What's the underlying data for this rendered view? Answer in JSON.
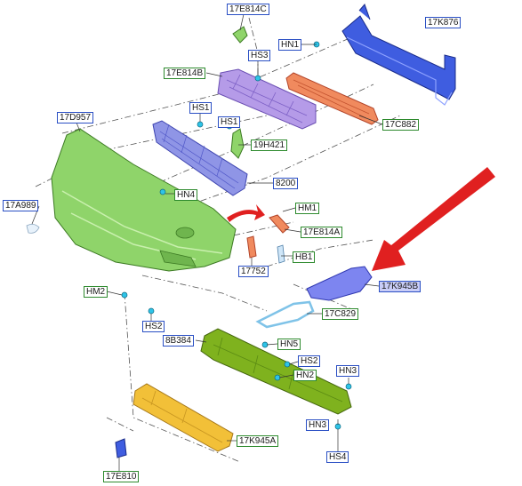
{
  "colors": {
    "blue_frame": "#2a4fc4",
    "green_frame": "#2d8a2d",
    "bumper": "#8fd46a",
    "grille_purple": "#b59be8",
    "grille_mesh": "#8f95e6",
    "absorber_orange": "#f08a5e",
    "beam_blue": "#3f5de0",
    "undertray_green": "#7fb21e",
    "splitter_yellow": "#f2c038",
    "arrow_red": "#e02020",
    "highlight": "#c9cdf7"
  },
  "labels": {
    "l17e814c": "17E814C",
    "l17k876": "17K876",
    "lhn1": "HN1",
    "lhs3": "HS3",
    "l17e814b": "17E814B",
    "l17d957": "17D957",
    "lhs1a": "HS1",
    "lhs1b": "HS1",
    "l17c882": "17C882",
    "l19h421": "19H421",
    "l8200": "8200",
    "lhn4": "HN4",
    "l17a989": "17A989",
    "lhm1": "HM1",
    "l17e814a": "17E814A",
    "lhb1": "HB1",
    "l17752": "17752",
    "l17k945b": "17K945B",
    "lhm2": "HM2",
    "l17c829": "17C829",
    "lhs2a": "HS2",
    "l8b384": "8B384",
    "lhn5": "HN5",
    "lhs2b": "HS2",
    "lhn2": "HN2",
    "lhn3a": "HN3",
    "lhn3b": "HN3",
    "lhs4": "HS4",
    "l17k945a": "17K945A",
    "l17e810": "17E810"
  }
}
